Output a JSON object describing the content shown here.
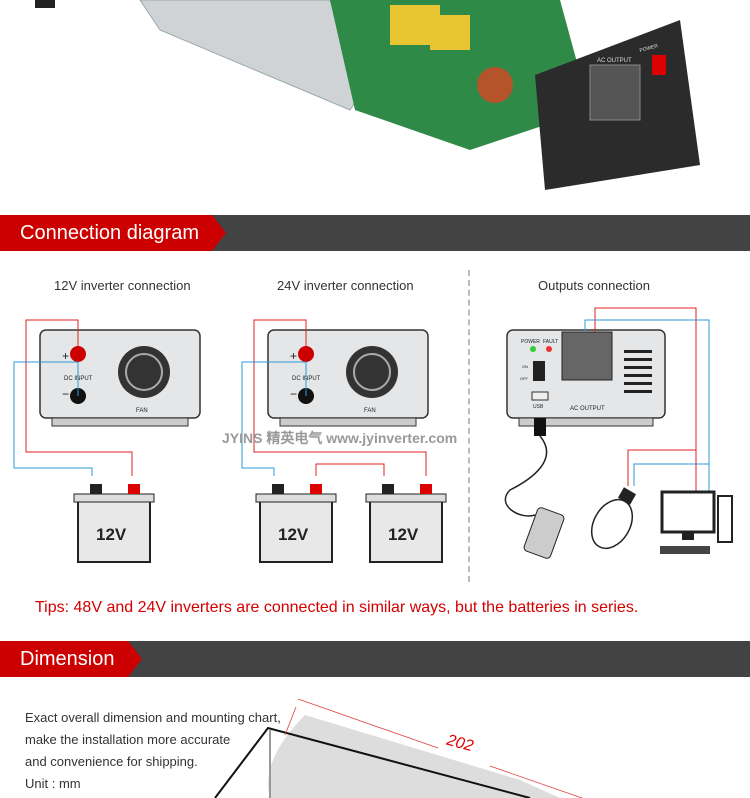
{
  "product_photo": {
    "socket_label": "AC OUTPUT",
    "switch_label": "POWER"
  },
  "connection_section": {
    "title": "Connection diagram",
    "columns": [
      "12V inverter connection",
      "24V inverter connection",
      "Outputs connection"
    ],
    "inverter_labels": {
      "dc_input": "DC INPUT",
      "fan": "FAN",
      "plus": "+",
      "minus": "−",
      "power": "POWER",
      "fault": "FAULT",
      "on": "ON",
      "off": "OFF",
      "usb": "USB",
      "ac_output": "AC OUTPUT"
    },
    "battery_label": "12V",
    "watermark": "JYINS 精英电气 www.jyinverter.com",
    "tips": "Tips: 48V and 24V inverters are connected in similar ways, but the batteries in series."
  },
  "dimension_section": {
    "title": "Dimension",
    "description": [
      "Exact overall dimension and mounting chart,",
      "make the installation more accurate",
      "and convenience for shipping.",
      "Unit : mm"
    ],
    "length_value": "202"
  },
  "colors": {
    "accent": "#cc0000",
    "bar": "#434343",
    "wire_positive": "#e02020",
    "wire_negative": "#2a9ad6"
  }
}
